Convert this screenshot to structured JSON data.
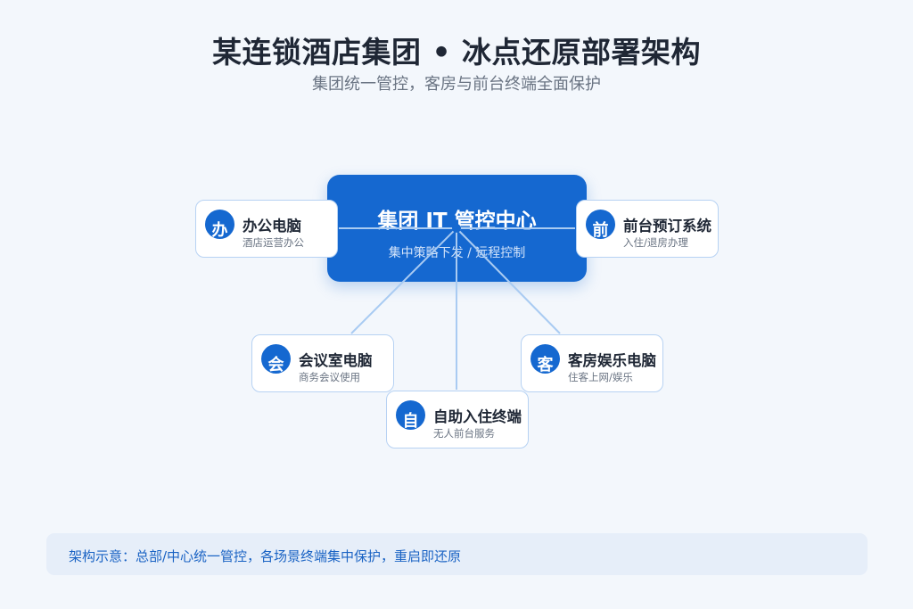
{
  "header": {
    "title": "某连锁酒店集团 • 冰点还原部署架构",
    "subtitle": "集团统一管控，客房与前台终端全面保护"
  },
  "hub": {
    "title": "集团 IT 管控中心",
    "subtitle": "集中策略下发 / 远程控制"
  },
  "nodes": [
    {
      "id": "office",
      "icon_char": "办",
      "title": "办公电脑",
      "subtitle": "酒店运营办公"
    },
    {
      "id": "frontdesk",
      "icon_char": "前",
      "title": "前台预订系统",
      "subtitle": "入住/退房办理"
    },
    {
      "id": "meeting",
      "icon_char": "会",
      "title": "会议室电脑",
      "subtitle": "商务会议使用"
    },
    {
      "id": "room",
      "icon_char": "客",
      "title": "客房娱乐电脑",
      "subtitle": "住客上网/娱乐"
    },
    {
      "id": "kiosk",
      "icon_char": "自",
      "title": "自助入住终端",
      "subtitle": "无人前台服务"
    }
  ],
  "footer": {
    "text": "架构示意：总部/中心统一管控，各场景终端集中保护，重启即还原"
  },
  "colors": {
    "accent": "#1568d0",
    "link_line": "#a9cbf2",
    "background": "#f3f7fc"
  }
}
